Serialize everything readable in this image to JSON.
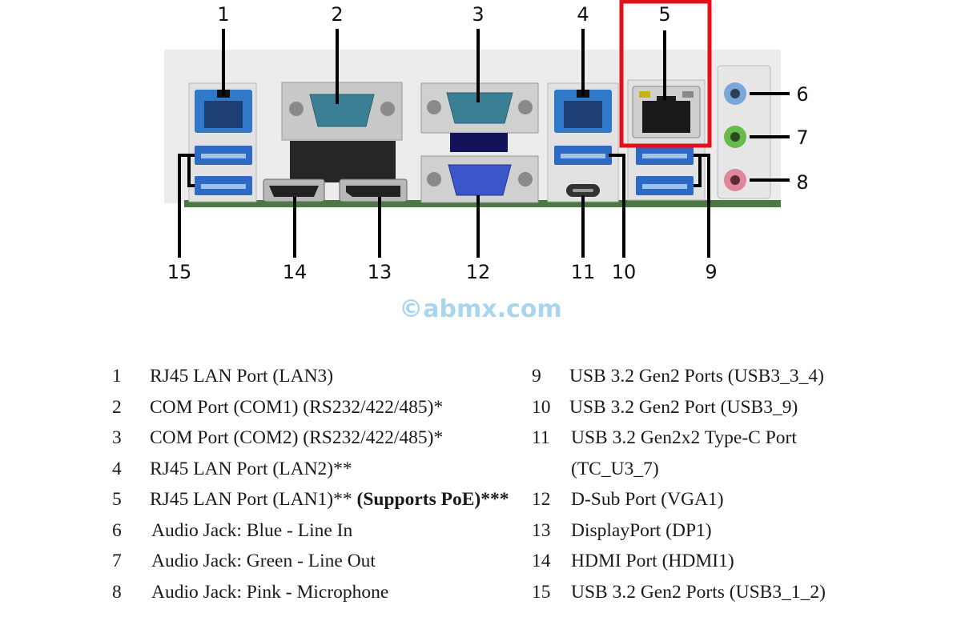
{
  "callouts": {
    "top": [
      "1",
      "2",
      "3",
      "4",
      "5"
    ],
    "right": [
      "6",
      "7",
      "8"
    ],
    "bottom": [
      "15",
      "14",
      "13",
      "12",
      "11",
      "10",
      "9"
    ]
  },
  "watermark": "©abmx.com",
  "colors": {
    "highlight": "#e3101a",
    "rj45_blue": "#2f79c8",
    "usb_blue": "#2e69c4",
    "vga_blue": "#3a56c8",
    "com_teal": "#3b7f95",
    "jack_blue": "#7aa7d8",
    "jack_green": "#66bb4a",
    "jack_pink": "#e0869a",
    "pcb_green": "#4a7a42",
    "io_shield": "#d8d8d8"
  },
  "legend": {
    "left": [
      {
        "num": "1",
        "text": "RJ45 LAN Port (LAN3)",
        "emph": ""
      },
      {
        "num": "2",
        "text": "COM Port (COM1) (RS232/422/485)*",
        "emph": ""
      },
      {
        "num": "3",
        "text": "COM Port (COM2) (RS232/422/485)*",
        "emph": ""
      },
      {
        "num": "4",
        "text": "RJ45 LAN Port (LAN2)**",
        "emph": ""
      },
      {
        "num": "5",
        "text": "RJ45 LAN Port (LAN1)** ",
        "emph": "(Supports PoE)***"
      },
      {
        "num": "6",
        "text": "Audio Jack: Blue - Line In",
        "emph": ""
      },
      {
        "num": "7",
        "text": "Audio Jack: Green - Line Out",
        "emph": ""
      },
      {
        "num": "8",
        "text": "Audio Jack: Pink - Microphone",
        "emph": ""
      }
    ],
    "right": [
      {
        "num": "9",
        "text": "USB 3.2 Gen2 Ports (USB3_3_4)"
      },
      {
        "num": "10",
        "text": "USB 3.2 Gen2 Port (USB3_9)"
      },
      {
        "num": "11",
        "text": "USB 3.2 Gen2x2 Type-C Port"
      },
      {
        "num": "",
        "text": "(TC_U3_7)"
      },
      {
        "num": "12",
        "text": "D-Sub Port (VGA1)"
      },
      {
        "num": "13",
        "text": "DisplayPort (DP1)"
      },
      {
        "num": "14",
        "text": "HDMI Port (HDMI1)"
      },
      {
        "num": "15",
        "text": "USB 3.2 Gen2 Ports (USB3_1_2)"
      }
    ]
  }
}
